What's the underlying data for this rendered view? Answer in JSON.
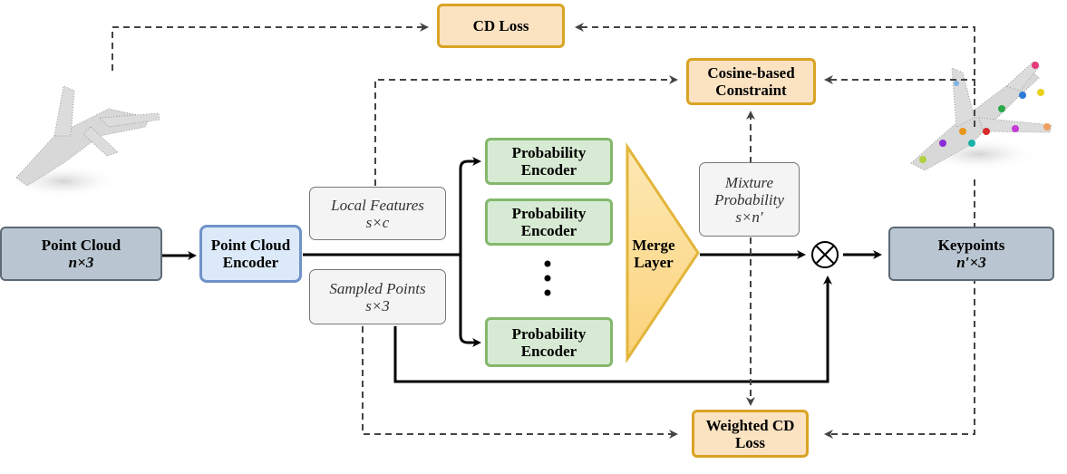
{
  "nodes": {
    "cd_loss": "CD Loss",
    "cosine_constraint": [
      "Cosine-based",
      "Constraint"
    ],
    "point_cloud": [
      "Point Cloud",
      "n×3"
    ],
    "point_cloud_encoder": [
      "Point Cloud",
      "Encoder"
    ],
    "local_features": [
      "Local Features",
      "s×c"
    ],
    "sampled_points": [
      "Sampled Points",
      "s×3"
    ],
    "probability_encoder": [
      "Probability",
      "Encoder"
    ],
    "merge_layer": [
      "Merge",
      "Layer"
    ],
    "mixture_probability": [
      "Mixture",
      "Probability",
      "s×n′"
    ],
    "keypoints": [
      "Keypoints",
      "n′×3"
    ],
    "weighted_cd_loss": [
      "Weighted CD",
      "Loss"
    ]
  },
  "colors": {
    "io_fill": "#b9c6d1",
    "encoder_border": "#6f93c8",
    "prob_encoder_fill": "#d7ead3",
    "loss_fill": "#fbe2c1",
    "loss_border": "#d9a323",
    "merge_fill": "#fcd88a"
  }
}
